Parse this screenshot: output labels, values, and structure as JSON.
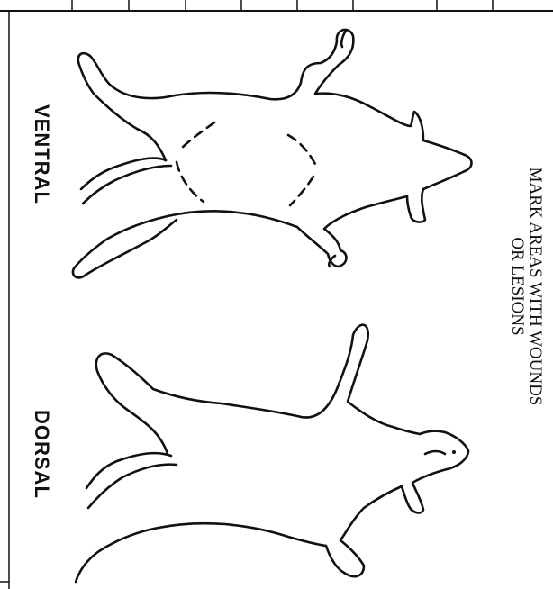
{
  "labels": {
    "ventral": "VENTRAL",
    "dorsal": "DORSAL"
  },
  "instruction": {
    "line1": "MARK AREAS WITH WOUNDS",
    "line2": "OR LESIONS"
  },
  "colors": {
    "ink": "#111111",
    "paper": "#ffffff"
  }
}
